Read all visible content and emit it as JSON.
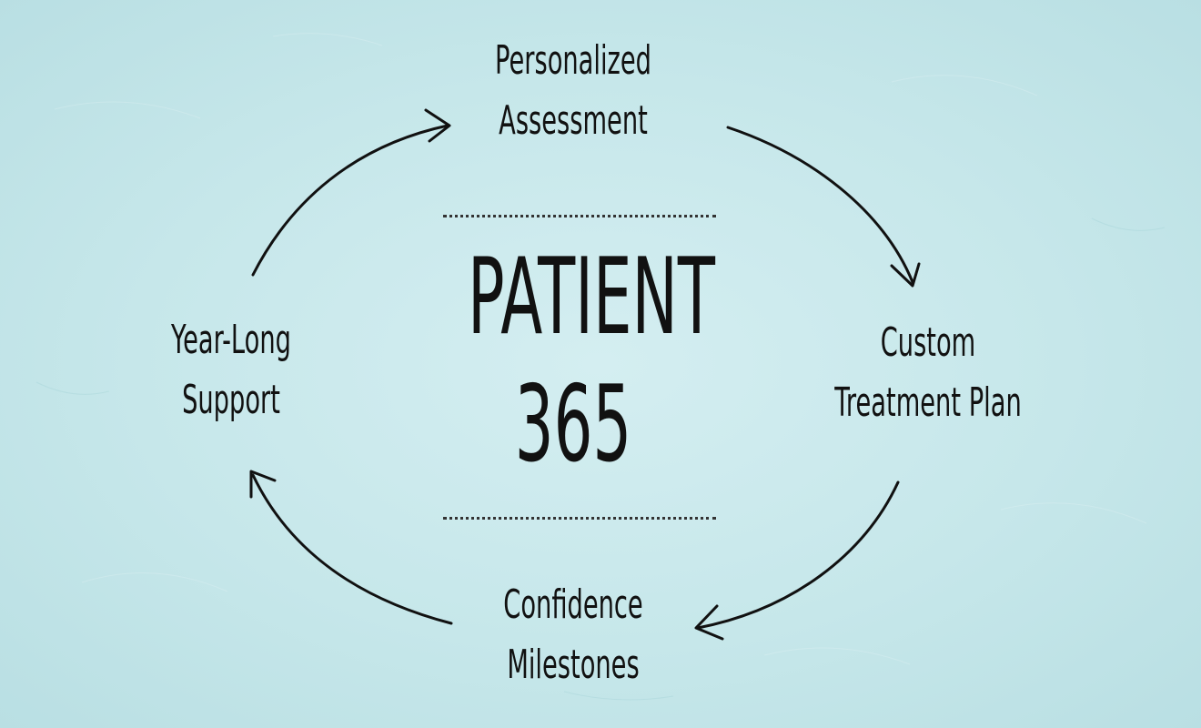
{
  "center": {
    "title": "PATIENT",
    "number": "365"
  },
  "steps": [
    {
      "line1": "Personalized",
      "line2": "Assessment"
    },
    {
      "line1": "Custom",
      "line2": "Treatment Plan"
    },
    {
      "line1": "Confidence",
      "line2": "Milestones"
    },
    {
      "line1": "Year-Long",
      "line2": "Support"
    }
  ],
  "colors": {
    "background": "#c6e7ea",
    "ink": "#111111"
  }
}
